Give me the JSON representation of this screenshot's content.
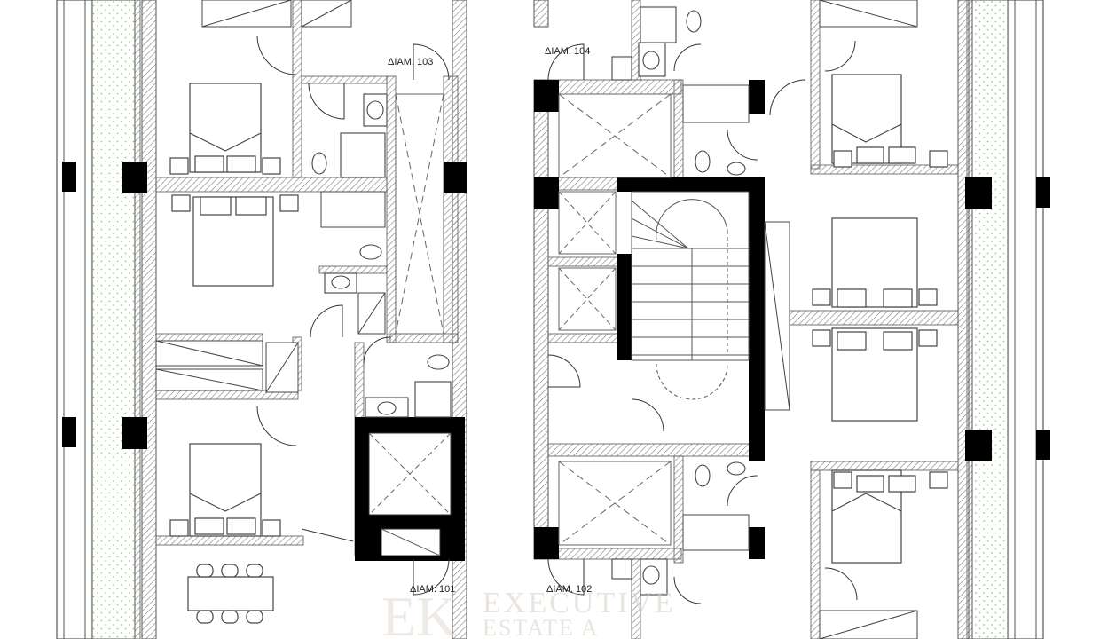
{
  "units": [
    {
      "id": "103",
      "label": "ΔΙΑΜ. 103"
    },
    {
      "id": "104",
      "label": "ΔΙΑΜ. 104"
    },
    {
      "id": "101",
      "label": "ΔΙΑΜ. 101"
    },
    {
      "id": "102",
      "label": "ΔΙΑΜ. 102"
    }
  ],
  "watermark": {
    "monogram": "EK",
    "line1": "EXECUTIVE",
    "line2": "ESTATE A"
  },
  "colors": {
    "wall": "#7a7a7a",
    "column": "#000000",
    "garden_dot": "#7cc06a",
    "hatch": "#9a9a9a"
  }
}
